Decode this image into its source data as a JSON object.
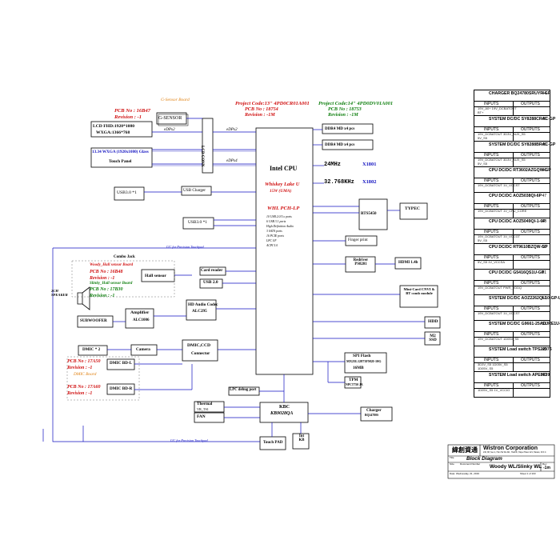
{
  "header": {
    "gsensor_board": "G-Sensor Board",
    "gsensor_pcb": "PCB No : 16B47",
    "gsensor_rev": "Revision : -1",
    "proj13": "Project Code:13\" 4PD0CR01A001",
    "pcb13": "PCB No : 18754",
    "rev13": "Revision : -1M",
    "proj14": "Project Code:14\" 4PD0DV01A001",
    "pcb14": "PCB No : 18753",
    "rev14": "Revision : -1M"
  },
  "blocks": {
    "gsensor": "G-SENSOR",
    "lcd_fhd": "LCD FHD:1920*1080",
    "wxga": "WXGA:1366*768",
    "touch_lcd": "13.34 WXGA (1920x1080) Glass",
    "touch_panel": "Touch Panel",
    "edp1": "eDPx2",
    "edp2": "eDPx2",
    "edp3": "eDPx4",
    "lcd_conn": "LCD CONN",
    "cpu": "Intel CPU",
    "cpu_sub": "Whiskey Lake U",
    "cpu_tdp": "15W (UMA)",
    "pch": "WHL PCH-LP",
    "pch_feat": [
      "10 USB 2.0/3.x ports",
      "6 USB 3.1 ports",
      "High Definition Audio",
      "3 SATA ports",
      "16 PCIE ports",
      "LPC I/F",
      "ACPI 5.0"
    ],
    "ddr1": "DDR4 MD x4 pcs",
    "ddr2": "DDR4 MD x4 pcs",
    "clk1": "24MHz",
    "clk1_ref": "X1801",
    "clk2": "32.768KHz",
    "clk2_ref": "X1802",
    "usb30_1": "USB3.0 *1",
    "usb_charger": "USB Charger",
    "usb30_2": "USB3.0 *1",
    "rts": "RTS5450",
    "typec": "TYPEC",
    "fingerprint": "Finger print",
    "redriver": "Redriver PS8201",
    "hdmi": "HDMI 1.4b",
    "combo_jack": "Combo Jack",
    "hall_board": "Woody_Hall sensor Board",
    "hall_pcb": "PCB No : 16B48",
    "hall_rev": "Revision : -1",
    "slinky_hall": "Slinky_Hall sensor Board",
    "slinky_pcb": "PCB No : 17B30",
    "slinky_rev": "Revision : -1",
    "hall_sensor": "Hall sensor",
    "card_reader": "Card reader",
    "usb20": "USB 2.0",
    "speaker": "2CH SPEAKER",
    "subwoofer": "SUBWOOFER",
    "amplifier": "Amplifier",
    "amp_part": "ALC1006",
    "codec": "HD Audio Codec",
    "codec_part": "ALC295",
    "minicard": "Mini-Card CNVI & BT comb module",
    "hdd": "HDD",
    "m2": "M2 SSD",
    "dmic2": "DMIC * 2",
    "camera": "Camera",
    "dmic_ccd": "DMIC,CCD",
    "connector": "Connector",
    "dmic_board": "DMIC Board",
    "dmic_pcb1": "PCB No : 17A50",
    "dmic_rev1": "Revision : -1",
    "dmic_pcb2": "PCB No : 17A60",
    "dmic_rev2": "Revision : -1",
    "dmic_bdl": "DMIC BD-L",
    "dmic_bdr": "DMIC BD-R",
    "spi_flash": "SPI Flash",
    "spi_part": "MX25L12873FM2I-10G",
    "spi_size": "16MB",
    "tpm": "TPM",
    "tpm_part": "NPCT750 JA",
    "lpc_debug": "LPC debug port",
    "thermal": "Thermal",
    "thermal_part": "VR_TS1",
    "fan": "FAN",
    "kbc": "KBC",
    "kbc_part": "KB9028QA",
    "charger": "Charger",
    "charger_part": "BQ24780S",
    "touchpad": "Touch PAD",
    "intkb": "Int KB",
    "i2c_note1": "I2C for Precision Touchpad",
    "i2c_note2": "I2C for Precision Touchpad"
  },
  "rails": [
    {
      "name": "CHARGER BQ24780SRUYR-GP",
      "page": "44",
      "r1": "19V_A0+  19V_DCBATOUT",
      "r2": "BT+"
    },
    {
      "name": "SYSTEM DC/DC SY8288CRAC-GP",
      "page": "45",
      "r1": "19V_DCBATOUT  3D3V_AUX_S5",
      "r2": "5V_S5"
    },
    {
      "name": "SYSTEM DC/DC SY8288BRAC-GP",
      "page": "45",
      "r1": "19V_DCBATOUT  3D3V_AUX_S5",
      "r2": "5V_S5"
    },
    {
      "name": "CPU DC/DC RT3602AZGQW-GP",
      "page": "46",
      "r1": "19V_DCBATOUT  1V_VCCST",
      "r2": ""
    },
    {
      "name": "CPU DC/DC AOZ5038QI-6P",
      "page": "47",
      "r1": "19V_DCBATOUT  1V_CPU_CORE",
      "r2": ""
    },
    {
      "name": "CPU DC/DC AOZ5049QI-1-6P",
      "page": "48",
      "r1": "19V_DCBATOUT  1V_VCCGT",
      "r2": "5V_S5"
    },
    {
      "name": "CPU DC/DC RT9610BZQW-GP",
      "page": "50",
      "r1": "5V_S5  1V_VCCSA",
      "r2": ""
    },
    {
      "name": "CPU DC/DC G5416QS1U-GP",
      "page": "51",
      "r1": "19V_DCBATOUT  PWR_VDDQ",
      "r2": ""
    },
    {
      "name": "SYSTEM DC/DC AOZ2262QI-10-GP-U",
      "page": "52",
      "r1": "19V_DCBATOUT  1V_VCCST",
      "r2": ""
    },
    {
      "name": "SYSTEM DC/DC G9661-25ADJRE1U-GP",
      "page": "53",
      "r1": "19V_DCBATOUT  1D05V_S5",
      "r2": ""
    },
    {
      "name": "SYSTEM Load switch TPS22976",
      "page": "40",
      "r1": "3D3V_S5  1D05V_S5",
      "r2": "1D05V_S5"
    },
    {
      "name": "SYSTEM Load switch APE8939",
      "page": "40",
      "r1": "1D05V_S5  1V_VCCIO",
      "r2": ""
    }
  ],
  "rail_hdr": {
    "inputs": "INPUTS",
    "outputs": "OUTPUTS"
  },
  "title_block": {
    "cn": "緯創資通",
    "company": "Wistron Corporation",
    "addr": "21F, 88, Sec.1, Hsin Tai Wu Rd., Hsichih, Taipei Hsien 221, Taiwan, R.O.C.",
    "title_label": "Title",
    "title": "Block Diagram",
    "size_label": "Size",
    "doc_label": "Document Number",
    "doc": "Woody WL/Slinky WL",
    "rev_label": "Rev",
    "rev": "-1m",
    "date": "Date: Wednesday, 01, 2019",
    "sheet": "Sheet 1 of 103"
  },
  "colors": {
    "line": "#1010c0",
    "box": "#000000",
    "red": "#d01010",
    "green": "#108010",
    "orange": "#e08010"
  }
}
